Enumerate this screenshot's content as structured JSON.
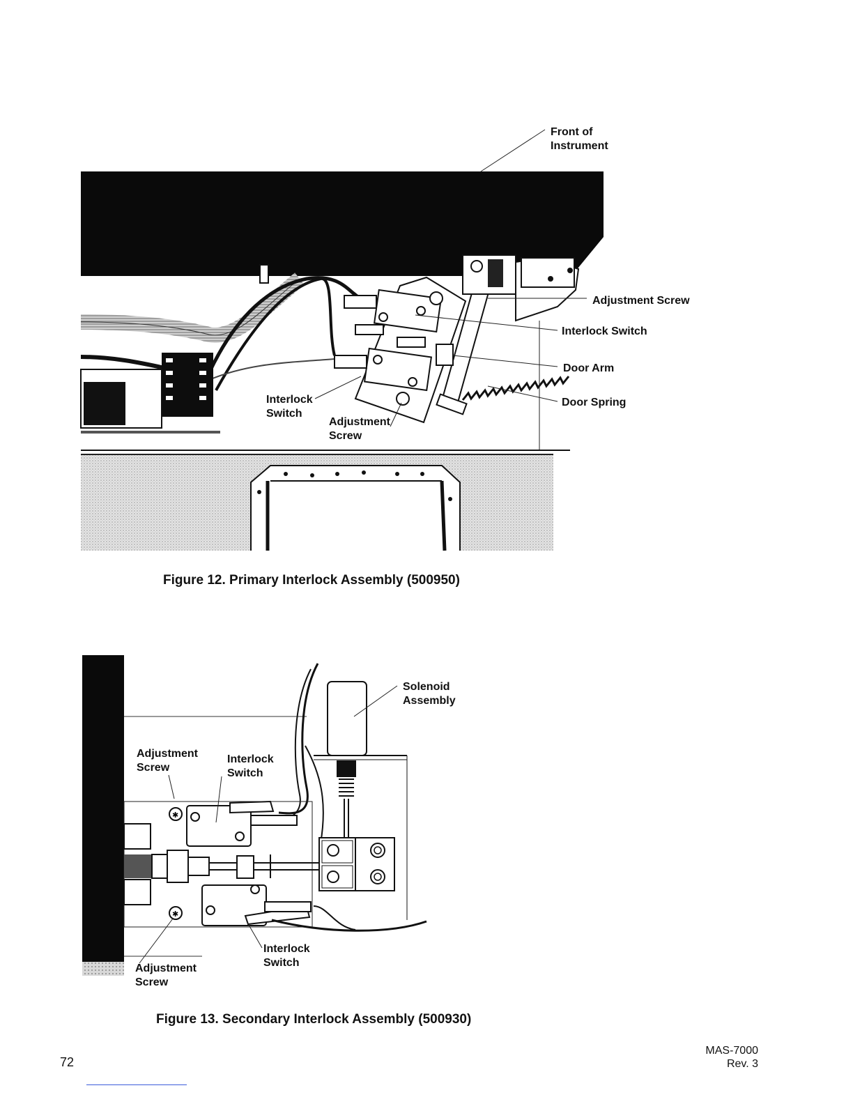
{
  "figure12": {
    "caption": "Figure 12.   Primary Interlock Assembly (500950)",
    "labels": {
      "front_of_instrument_1": "Front of",
      "front_of_instrument_2": "Instrument",
      "adjustment_screw_right": "Adjustment Screw",
      "interlock_switch_right": "Interlock Switch",
      "door_arm": "Door Arm",
      "door_spring": "Door Spring",
      "interlock_switch_left_1": "Interlock",
      "interlock_switch_left_2": "Switch",
      "adjustment_screw_left_1": "Adjustment",
      "adjustment_screw_left_2": "Screw"
    }
  },
  "figure13": {
    "caption": "Figure 13.   Secondary Interlock Assembly (500930)",
    "labels": {
      "solenoid_1": "Solenoid",
      "solenoid_2": "Assembly",
      "adjustment_screw_top_1": "Adjustment",
      "adjustment_screw_top_2": "Screw",
      "interlock_switch_top_1": "Interlock",
      "interlock_switch_top_2": "Switch",
      "interlock_switch_bottom_1": "Interlock",
      "interlock_switch_bottom_2": "Switch",
      "adjustment_screw_bottom_1": "Adjustment",
      "adjustment_screw_bottom_2": "Screw"
    }
  },
  "footer": {
    "page_number": "72",
    "doc_id": "MAS-7000",
    "revision": "Rev. 3"
  }
}
